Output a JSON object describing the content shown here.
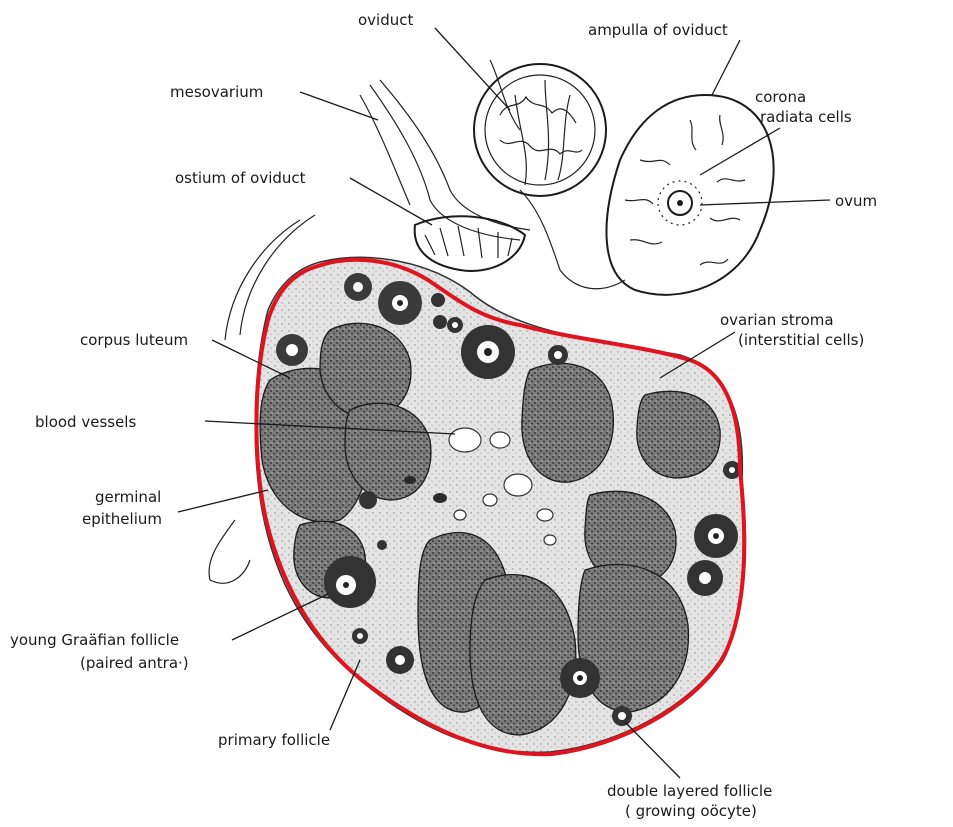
{
  "labels": {
    "oviduct": "oviduct",
    "ampulla": "ampulla of oviduct",
    "mesovarium": "mesovarium",
    "corona_line1": "corona",
    "corona_line2": "radiata cells",
    "ostium": "ostium of oviduct",
    "ovum": "ovum",
    "ovarian_stroma_line1": "ovarian stroma",
    "ovarian_stroma_line2": "(interstitial cells)",
    "corpus_luteum": "corpus luteum",
    "blood_vessels": "blood vessels",
    "germinal_line1": "germinal",
    "germinal_line2": "epithelium",
    "graafian_line1": "young Graäfian follicle",
    "graafian_line2": "(paired antra·)",
    "primary_follicle": "primary follicle",
    "double_line1": "double layered follicle",
    "double_line2": "( growing oöcyte)"
  },
  "colors": {
    "outline": "#e0141e",
    "ink": "#1b1b1b",
    "stroma": "#dedede",
    "luteum": "#6e6e6e",
    "follicle": "#3a3a3a"
  }
}
